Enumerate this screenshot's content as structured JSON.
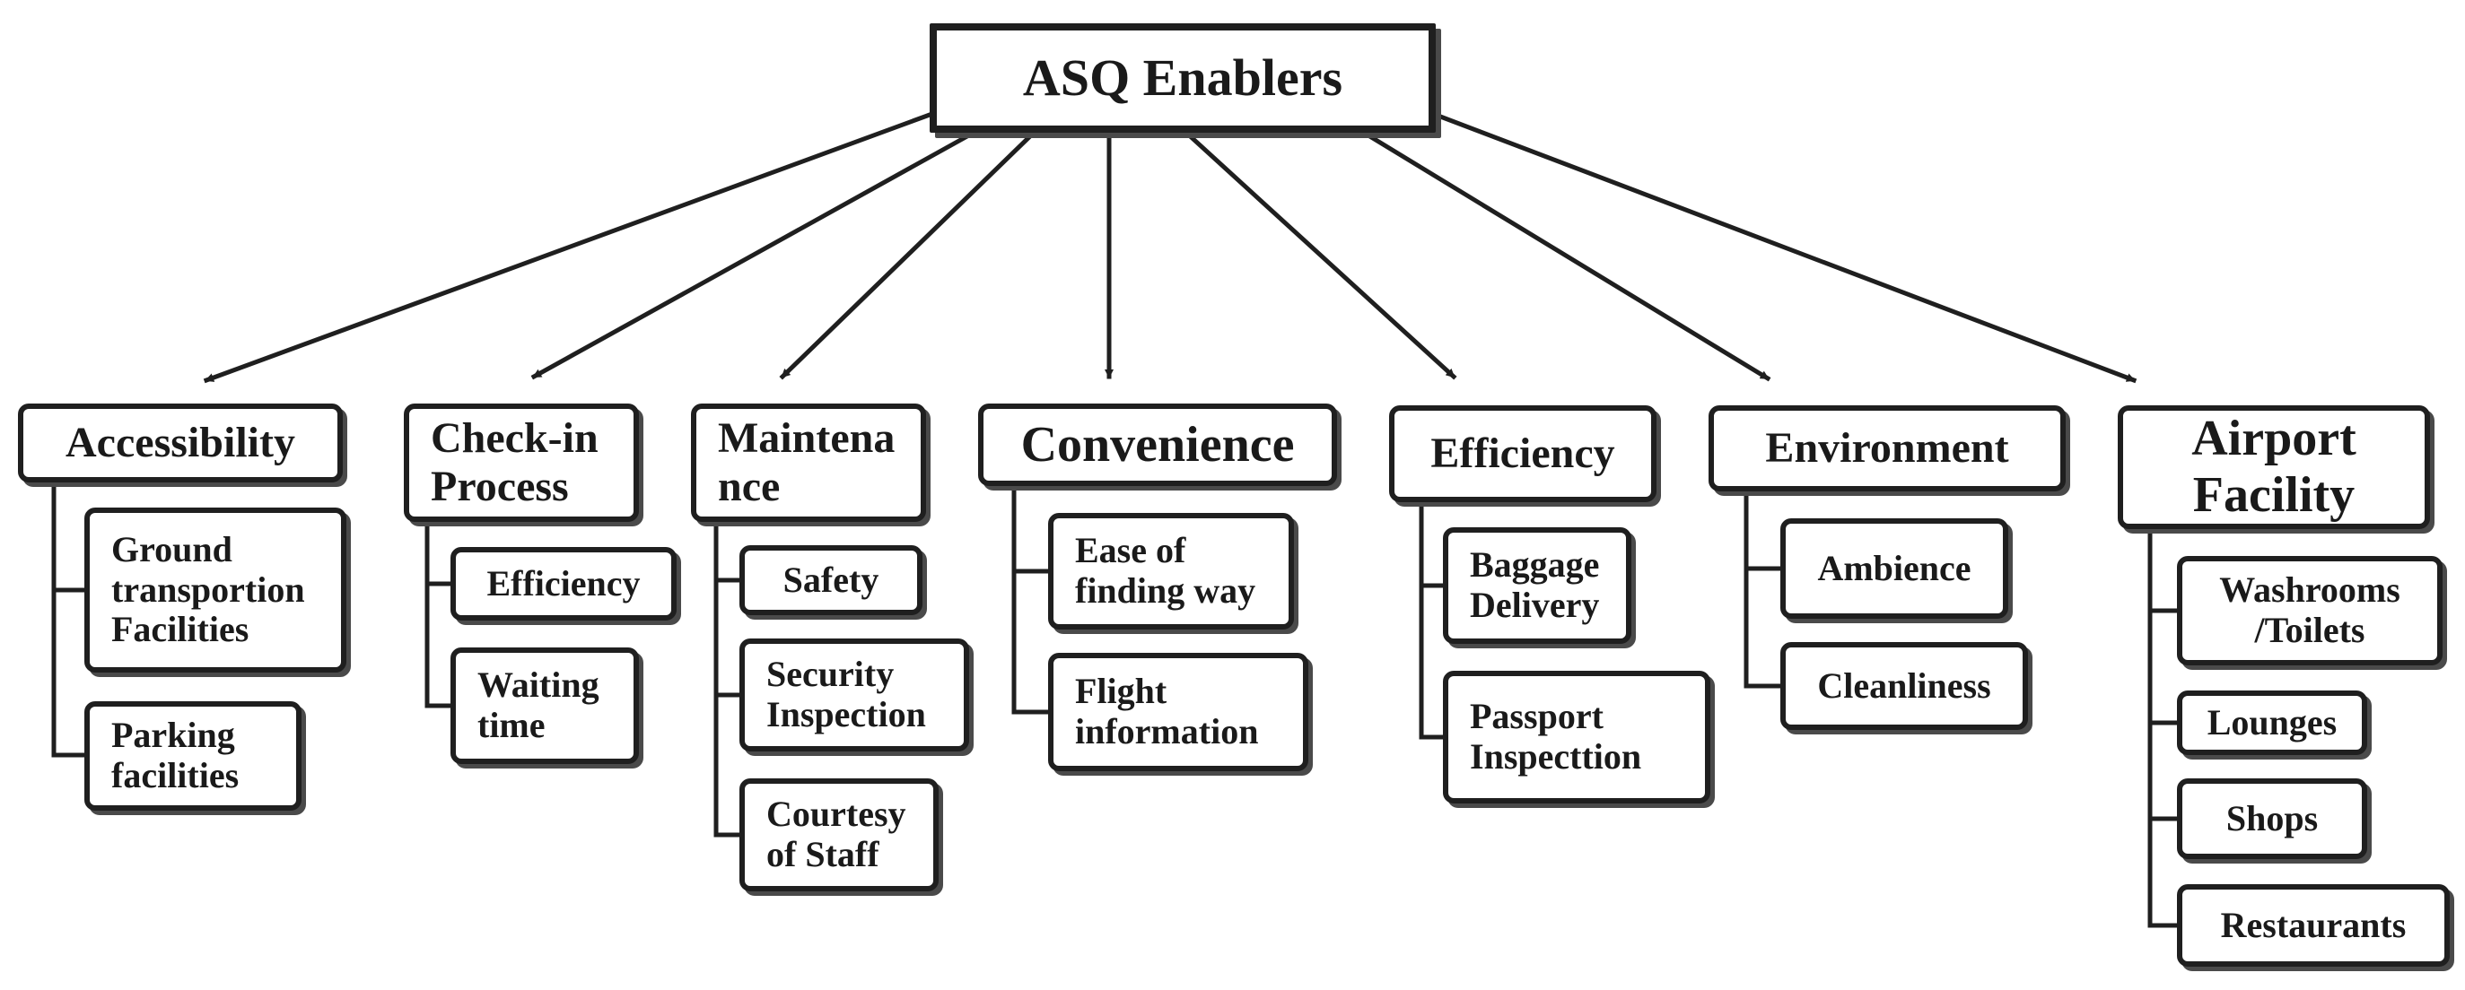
{
  "root": "ASQ Enablers",
  "categories": [
    {
      "label": "Accessibility",
      "items": [
        "Ground\ntransportion\nFacilities",
        "Parking\nfacilities"
      ]
    },
    {
      "label": "Check-in\nProcess",
      "items": [
        "Efficiency",
        "Waiting\ntime"
      ]
    },
    {
      "label": "Maintena\nnce",
      "items": [
        "Safety",
        "Security\nInspection",
        "Courtesy\nof Staff"
      ]
    },
    {
      "label": "Convenience",
      "items": [
        "Ease of\nfinding way",
        "Flight\ninformation"
      ]
    },
    {
      "label": "Efficiency",
      "items": [
        "Baggage\nDelivery",
        "Passport\nInspecttion"
      ]
    },
    {
      "label": "Environment",
      "items": [
        "Ambience",
        "Cleanliness"
      ]
    },
    {
      "label": "Airport\nFacility",
      "items": [
        "Washrooms\n/Toilets",
        "Lounges",
        "Shops",
        "Restaurants"
      ]
    }
  ]
}
